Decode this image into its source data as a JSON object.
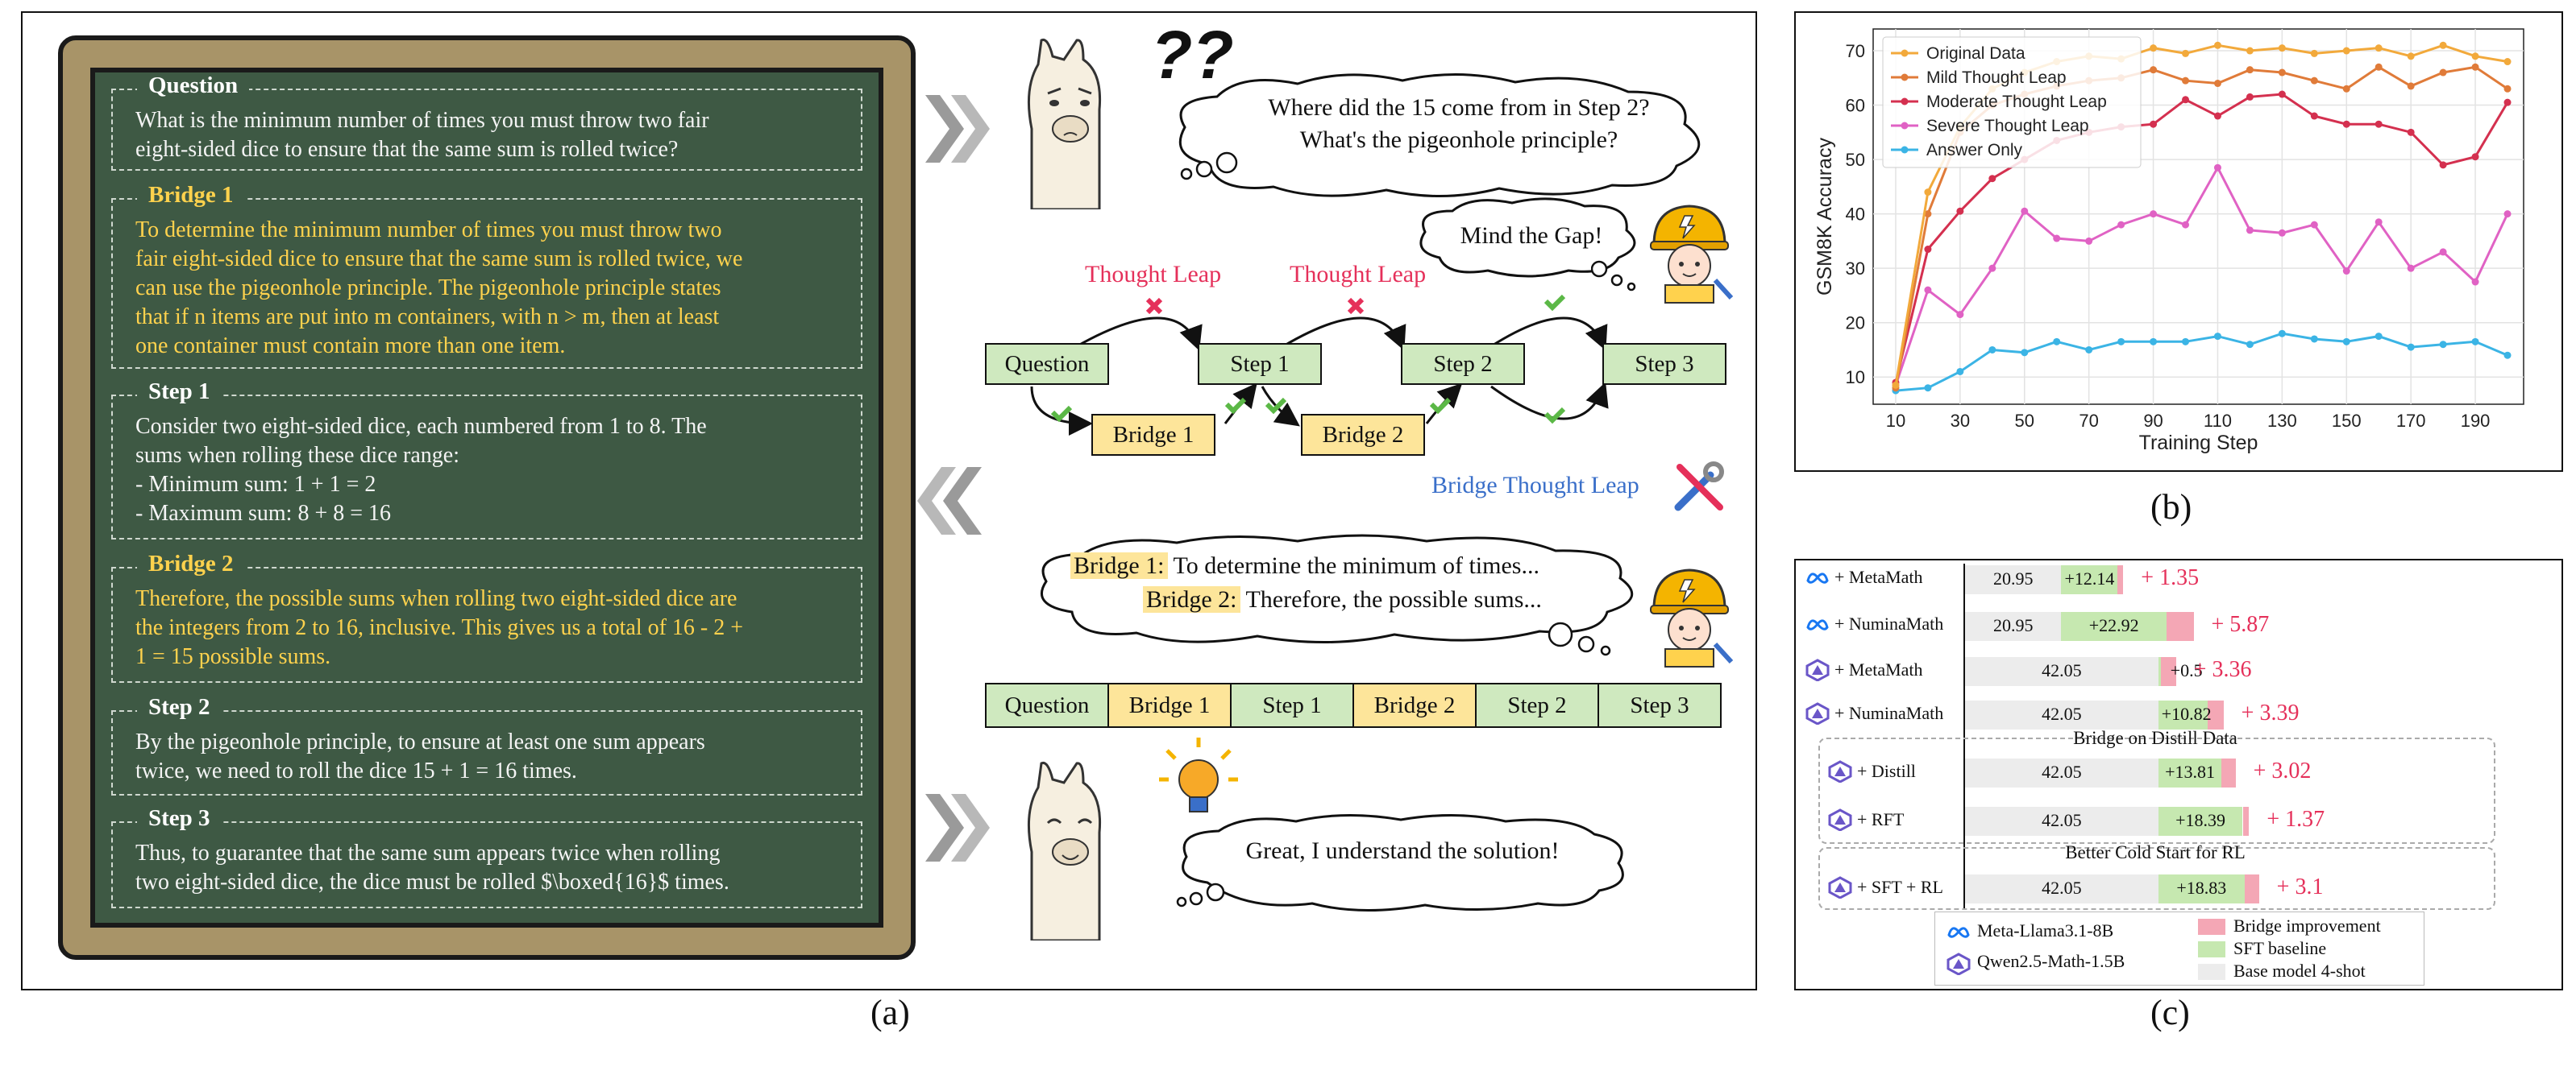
{
  "panel_labels": {
    "a": "(a)",
    "b": "(b)",
    "c": "(c)"
  },
  "board": {
    "question": {
      "title": "Question",
      "text": "What is the minimum number of times you must throw two fair\neight-sided dice to ensure that the same sum is rolled twice?"
    },
    "bridge1": {
      "title": "Bridge 1",
      "text": "To determine the minimum number of times you must throw two\nfair eight-sided dice to ensure that the same sum is rolled twice, we\ncan use the pigeonhole principle. The pigeonhole principle states\nthat if  n items are put into m containers, with n > m, then at least\none container must contain more than one item."
    },
    "step1": {
      "title": "Step 1",
      "text": "Consider two eight-sided dice, each numbered from 1 to 8. The\nsums when rolling these dice range:\n- Minimum sum: 1 + 1 = 2\n- Maximum sum: 8 + 8 = 16"
    },
    "bridge2": {
      "title": "Bridge 2",
      "text": "Therefore, the possible sums when rolling two eight-sided dice are\nthe integers from 2 to 16, inclusive. This gives us a total of 16 - 2 +\n1 = 15 possible sums."
    },
    "step2": {
      "title": "Step 2",
      "text": "By the pigeonhole principle, to ensure at least one sum appears\ntwice, we need to roll the dice 15 + 1 = 16 times."
    },
    "step3": {
      "title": "Step 3",
      "text": "Thus, to guarantee that the same sum appears twice when rolling\ntwo eight-sided dice, the dice must be rolled $\\boxed{16}$ times."
    }
  },
  "diagram": {
    "qmarks": "??",
    "cloud1_line1": "Where did the 15 come from in Step 2?",
    "cloud1_line2": "What's the pigeonhole principle?",
    "mind_gap": "Mind the Gap!",
    "thought_leap_1": "Thought Leap",
    "thought_leap_2": "Thought Leap",
    "nodes": {
      "question": "Question",
      "step1": "Step 1",
      "step2": "Step 2",
      "step3": "Step 3",
      "bridge1": "Bridge 1",
      "bridge2": "Bridge 2"
    },
    "bridge_thought_leap": "Bridge Thought Leap",
    "cloud2_b1_label": "Bridge 1:",
    "cloud2_b1_text": " To determine the minimum of times...",
    "cloud2_b2_label": "Bridge 2:",
    "cloud2_b2_text": " Therefore, the possible sums...",
    "sequence": [
      "Question",
      "Bridge 1",
      "Step 1",
      "Bridge 2",
      "Step 2",
      "Step 3"
    ],
    "cloud3": "Great, I understand the solution!"
  },
  "chart_data": {
    "type": "line",
    "xlabel": "Training Step",
    "ylabel": "GSM8K Accuracy",
    "xticks": [
      10,
      30,
      50,
      70,
      90,
      110,
      130,
      150,
      170,
      190
    ],
    "yticks": [
      10,
      20,
      30,
      40,
      50,
      60,
      70
    ],
    "ylim": [
      5,
      74
    ],
    "xlim": [
      3,
      205
    ],
    "grid": true,
    "legend_position": "top-left",
    "x": [
      10,
      20,
      30,
      40,
      50,
      60,
      70,
      80,
      90,
      100,
      110,
      120,
      130,
      140,
      150,
      160,
      170,
      180,
      190,
      200
    ],
    "series": [
      {
        "name": "Original Data",
        "color": "#f2a93b",
        "values": [
          8.5,
          44,
          56,
          63,
          66,
          68,
          69,
          68.5,
          70.5,
          69.5,
          71,
          70,
          70.5,
          69.5,
          70,
          70.5,
          69,
          71,
          69,
          68
        ]
      },
      {
        "name": "Mild Thought Leap",
        "color": "#e07b39",
        "values": [
          8,
          40,
          55,
          60,
          62,
          63.5,
          64.5,
          65,
          66.5,
          64.5,
          64,
          66.5,
          66,
          64.5,
          63,
          67,
          63.5,
          66,
          67,
          63
        ]
      },
      {
        "name": "Moderate Thought Leap",
        "color": "#d4304f",
        "values": [
          9,
          33.5,
          40.5,
          46.5,
          50,
          53.5,
          55,
          56,
          56.5,
          61,
          58,
          61.5,
          62,
          58,
          56.5,
          56.5,
          55,
          49,
          50.5,
          60.5
        ]
      },
      {
        "name": "Severe Thought Leap",
        "color": "#e062c4",
        "values": [
          8.5,
          26,
          21.5,
          30,
          40.5,
          35.5,
          35,
          38,
          40,
          38,
          48.5,
          37,
          36.5,
          38,
          29.5,
          38.5,
          30,
          33,
          27.5,
          40
        ]
      },
      {
        "name": "Answer Only",
        "color": "#3bb4e5",
        "values": [
          7.5,
          8,
          11,
          15,
          14.5,
          16.5,
          15,
          16.5,
          16.5,
          16.5,
          17.5,
          16,
          18,
          17,
          16.5,
          17.5,
          15.5,
          16,
          16.5,
          14
        ]
      }
    ]
  },
  "bars": {
    "rows": [
      {
        "logo": "meta",
        "label": "+ MetaMath",
        "base": 20.95,
        "base_label": "20.95",
        "sft": 12.14,
        "sft_label": "+12.14",
        "bridge": 1.35,
        "bridge_label": "+ 1.35"
      },
      {
        "logo": "meta",
        "label": "+ NuminaMath",
        "base": 20.95,
        "base_label": "20.95",
        "sft": 22.92,
        "sft_label": "+22.92",
        "bridge": 5.87,
        "bridge_label": "+ 5.87"
      },
      {
        "logo": "qwen",
        "label": "+ MetaMath",
        "base": 42.05,
        "base_label": "42.05",
        "sft": 0.5,
        "sft_label": "+0.5",
        "bridge": 3.36,
        "bridge_label": "+ 3.36"
      },
      {
        "logo": "qwen",
        "label": "+ NuminaMath",
        "base": 42.05,
        "base_label": "42.05",
        "sft": 10.82,
        "sft_label": "+10.82",
        "bridge": 3.39,
        "bridge_label": "+ 3.39"
      },
      {
        "logo": "qwen",
        "label": "+ Distill",
        "base": 42.05,
        "base_label": "42.05",
        "sft": 13.81,
        "sft_label": "+13.81",
        "bridge": 3.02,
        "bridge_label": "+ 3.02"
      },
      {
        "logo": "qwen",
        "label": "+ RFT",
        "base": 42.05,
        "base_label": "42.05",
        "sft": 18.39,
        "sft_label": "+18.39",
        "bridge": 1.37,
        "bridge_label": "+ 1.37"
      },
      {
        "logo": "qwen",
        "label": "+ SFT + RL",
        "base": 42.05,
        "base_label": "42.05",
        "sft": 18.83,
        "sft_label": "+18.83",
        "bridge": 3.1,
        "bridge_label": "+ 3.1"
      }
    ],
    "group1_title": "Bridge on Distill Data",
    "group2_title": "Better Cold Start for RL",
    "legend": {
      "meta_name": "Meta-Llama3.1-8B",
      "qwen_name": "Qwen2.5-Math-1.5B",
      "bridge": "Bridge improvement",
      "sft": "SFT baseline",
      "base": "Base model 4-shot"
    },
    "colors": {
      "base": "#ececec",
      "sft": "#c6e8b0",
      "bridge": "#f4a7b5",
      "delta": "#e5305a"
    }
  }
}
